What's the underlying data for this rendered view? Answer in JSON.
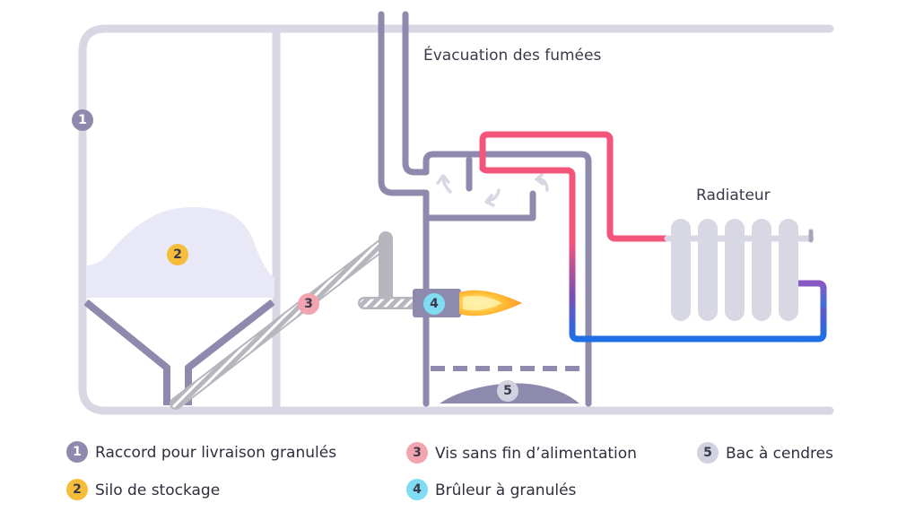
{
  "labels": {
    "flue": "Évacuation des fumées",
    "radiator": "Radiateur"
  },
  "markers": [
    {
      "num": "1",
      "color": "#8e8aad",
      "text_color": "#ffffff"
    },
    {
      "num": "2",
      "color": "#f6bd3a",
      "text_color": "#3a3a4a"
    },
    {
      "num": "3",
      "color": "#f2a4b0",
      "text_color": "#3a3a4a"
    },
    {
      "num": "4",
      "color": "#7fdcf2",
      "text_color": "#3a3a4a"
    },
    {
      "num": "5",
      "color": "#d2d1e0",
      "text_color": "#3a3a4a"
    }
  ],
  "legend": [
    {
      "num": "1",
      "text": "Raccord pour livraison granulés"
    },
    {
      "num": "2",
      "text": "Silo de stockage"
    },
    {
      "num": "3",
      "text": "Vis sans fin d’alimentation"
    },
    {
      "num": "4",
      "text": "Brûleur à granulés"
    },
    {
      "num": "5",
      "text": "Bac à cendres"
    }
  ],
  "colors": {
    "structure": "#d8d7e4",
    "pipe": "#8e8aad",
    "hot": "#f4557a",
    "cold": "#1e6fe6",
    "pellets": "#e8e8f6",
    "ash": "#8e8aad",
    "radiator": "#d8d7e4"
  }
}
